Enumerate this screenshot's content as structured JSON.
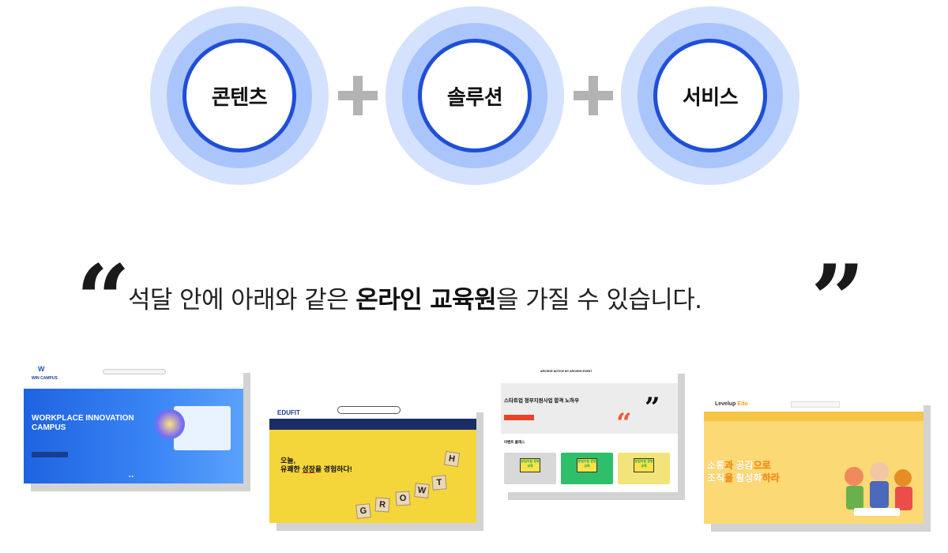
{
  "pillars": [
    "콘텐츠",
    "솔루션",
    "서비스"
  ],
  "headline": {
    "open_quote": "“",
    "close_quote": "”",
    "before": "석달 안에 아래와 같은 ",
    "bold": "온라인 교육원",
    "after": "을 가질 수 있습니다."
  },
  "screens": {
    "s1": {
      "logo": "WIN CAMPUS",
      "hero_title": "WORKPLACE INNOVATION CAMPUS"
    },
    "s2": {
      "logo": "EDUFIT",
      "hero_line1": "오늘,",
      "hero_line2_pre": "유쾌한 ",
      "hero_line2_u": "성장",
      "hero_line2_post": "을 경험하다!",
      "cubes": [
        "G",
        "R",
        "O",
        "W",
        "T",
        "H"
      ]
    },
    "s3": {
      "menu": "ARCHIVE    NOTICE    MY ARCHIVE    EVENT",
      "hero_title": "스타트업 정부지원사업 합격 노하우",
      "section": "이벤트 클래스",
      "card_label": "창업지원 경영 교육",
      "card_colors": [
        "#d8d8d8",
        "#2fbf6a",
        "#f3e47a"
      ]
    },
    "s4": {
      "logo_main": "Levelup",
      "logo_accent": "Edu",
      "hero_line1_a": "소통",
      "hero_line1_b": "과 ",
      "hero_line1_c": "공감",
      "hero_line1_d": "으로",
      "hero_line2_a": "조직",
      "hero_line2_b": "을 ",
      "hero_line2_c": "활성화",
      "hero_line2_d": "하라"
    }
  },
  "colors": {
    "ring_outer": "#d5e2fd",
    "ring_mid": "#a9c5fb",
    "ring_border": "#1f4fd6",
    "plus": "#b3b3b3"
  }
}
